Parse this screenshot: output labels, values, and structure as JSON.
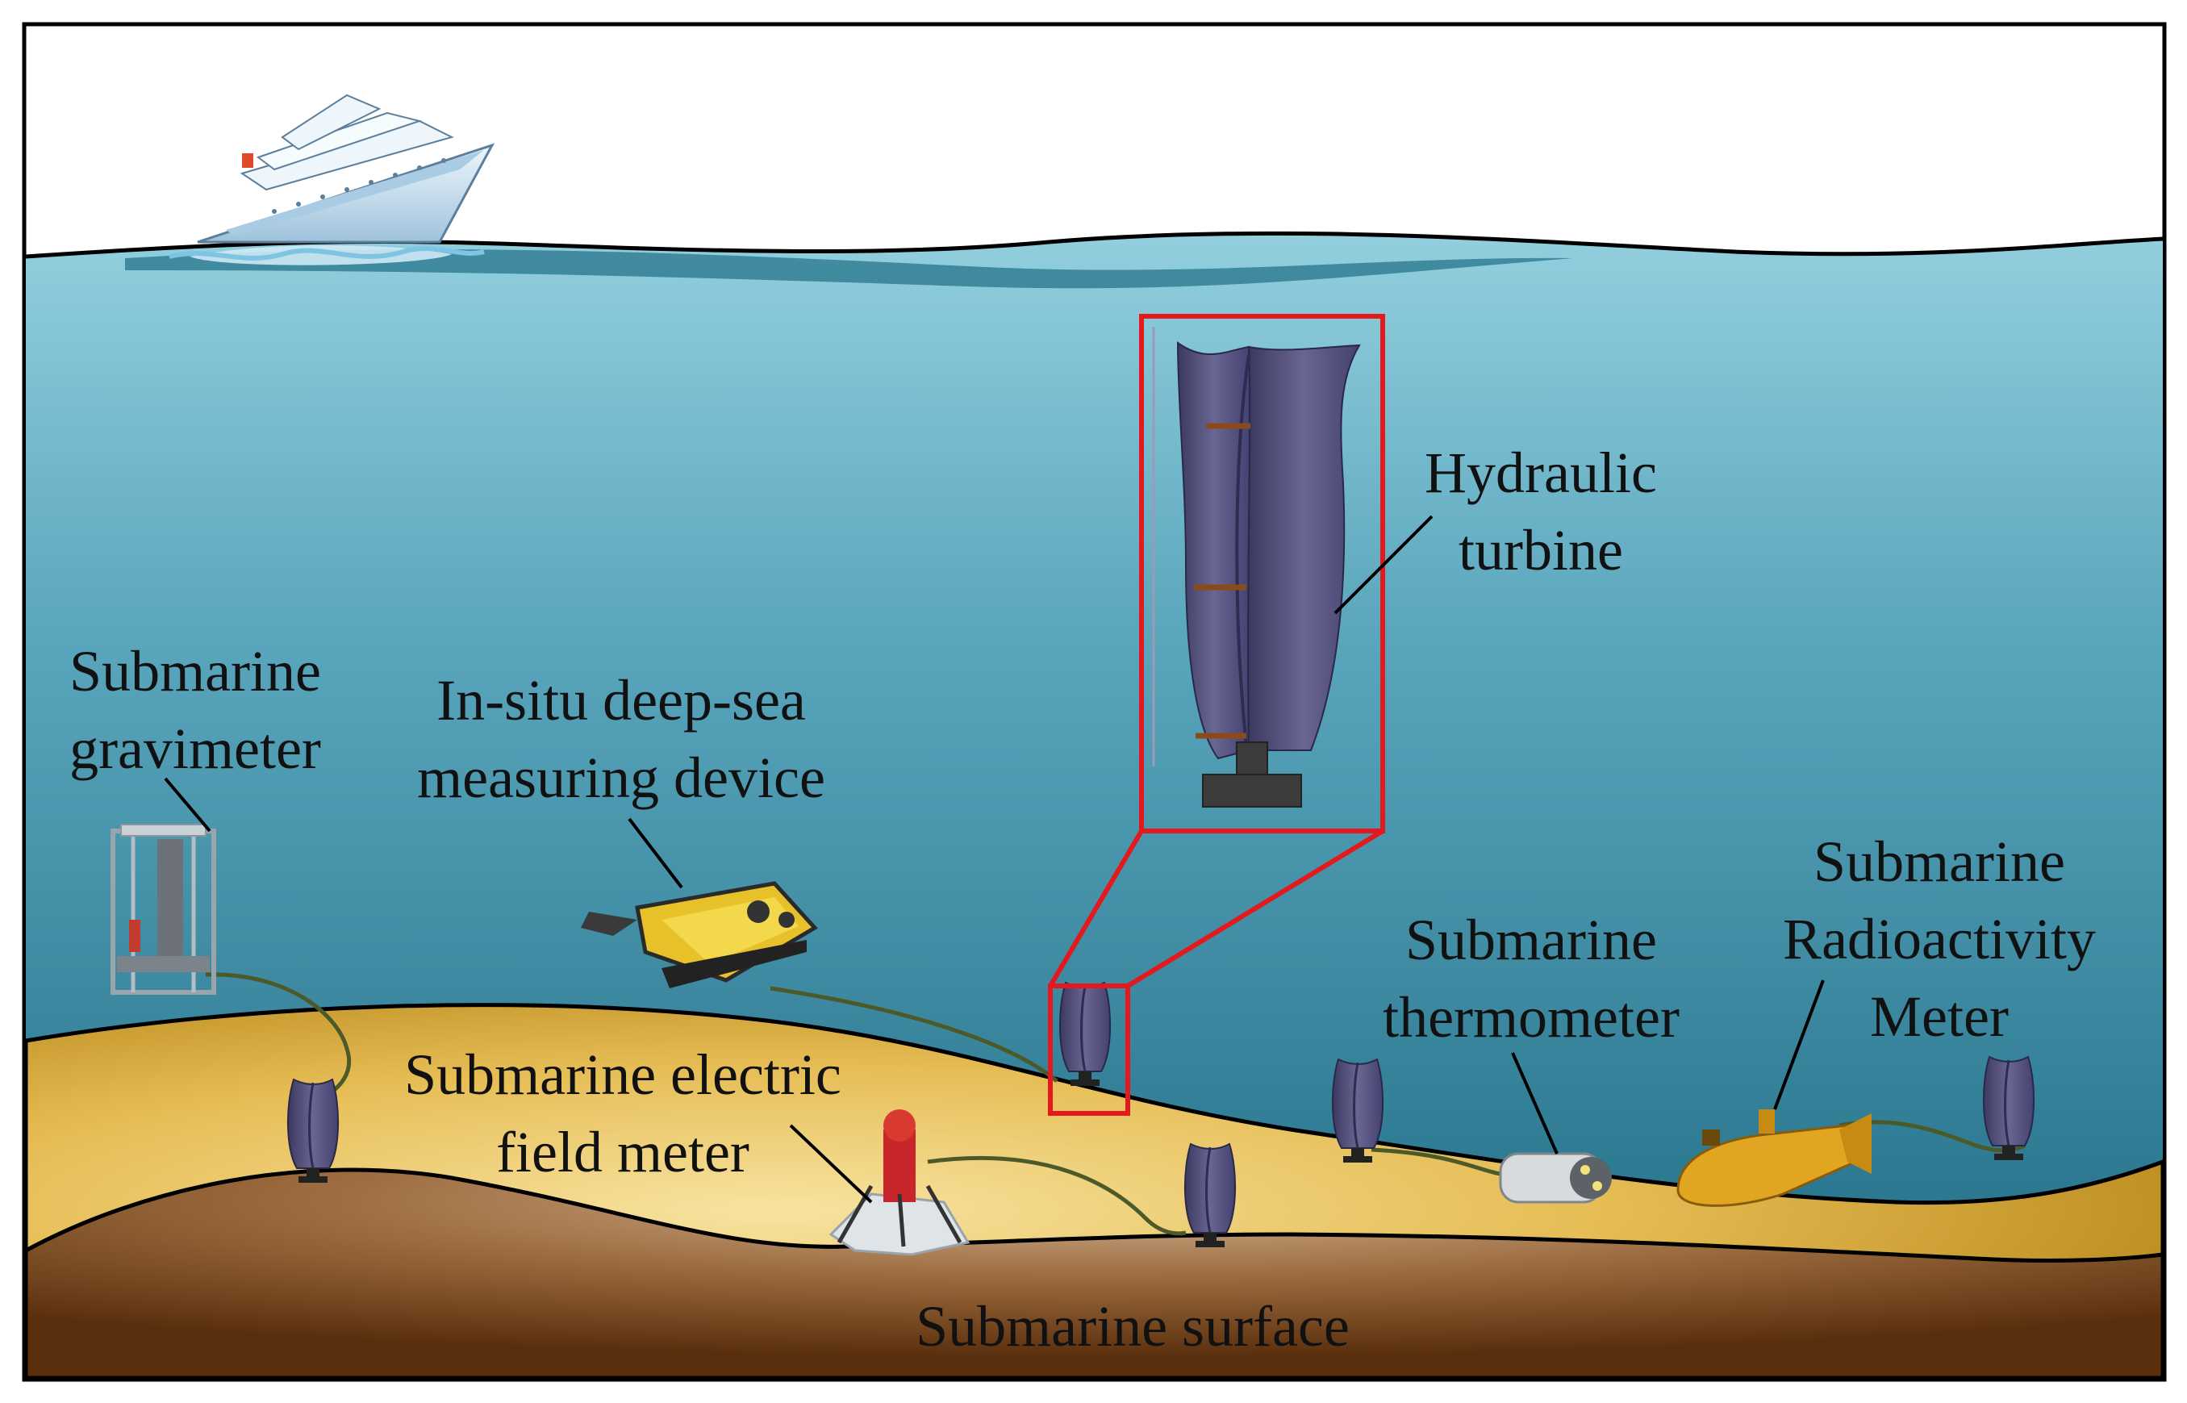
{
  "labels": {
    "hydraulic_turbine": [
      "Hydraulic",
      "turbine"
    ],
    "submarine_gravimeter": [
      "Submarine",
      "gravimeter"
    ],
    "in_situ_device": [
      "In-situ deep-sea",
      "measuring device"
    ],
    "electric_field_meter": [
      "Submarine electric",
      "field meter"
    ],
    "thermometer": [
      "Submarine",
      "thermometer"
    ],
    "radioactivity_meter": [
      "Submarine",
      "Radioactivity",
      "Meter"
    ],
    "submarine_surface": "Submarine surface"
  },
  "colors": {
    "sea_top": "#8fcadb",
    "sea_bottom": "#1f6f86",
    "sand": "#e2b64a",
    "sand_light": "#f5dc91",
    "mud": "#6b3a12",
    "mud_light": "#c9a47e",
    "turbine": "#54507a",
    "highlight_box": "#e3191d",
    "cable": "#4c5a2a"
  }
}
